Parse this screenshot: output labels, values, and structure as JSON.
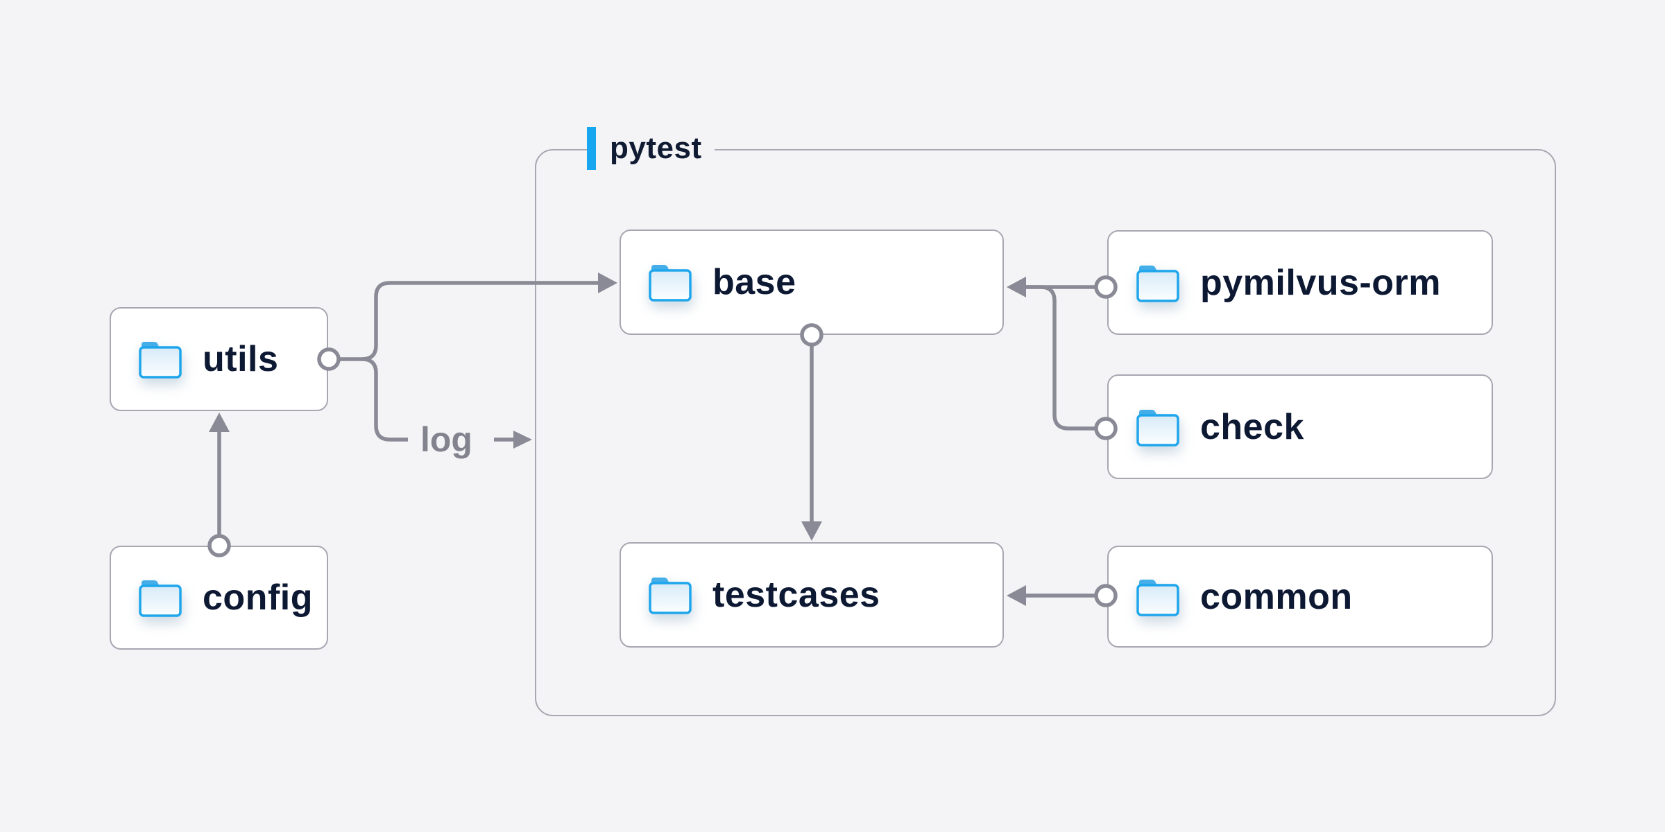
{
  "diagram": {
    "title_group": {
      "label": "pytest"
    },
    "nodes": {
      "utils": {
        "label": "utils",
        "icon": "folder-icon"
      },
      "config": {
        "label": "config",
        "icon": "folder-icon"
      },
      "base": {
        "label": "base",
        "icon": "folder-icon"
      },
      "testcases": {
        "label": "testcases",
        "icon": "folder-icon"
      },
      "pymilvus_orm": {
        "label": "pymilvus-orm",
        "icon": "folder-icon"
      },
      "check": {
        "label": "check",
        "icon": "folder-icon"
      },
      "common": {
        "label": "common",
        "icon": "folder-icon"
      }
    },
    "edges": {
      "log_label": "log",
      "items": [
        {
          "from": "config",
          "to": "utils"
        },
        {
          "from": "utils",
          "to": "base"
        },
        {
          "from": "utils",
          "to": "log (pytest group)",
          "label": "log"
        },
        {
          "from": "pymilvus-orm",
          "to": "base"
        },
        {
          "from": "check",
          "to": "base"
        },
        {
          "from": "base",
          "to": "testcases"
        },
        {
          "from": "common",
          "to": "testcases"
        }
      ]
    },
    "colors": {
      "background": "#f4f4f6",
      "node_background": "#ffffff",
      "node_border": "#a7a7b2",
      "node_text": "#0d1933",
      "edge": "#8a8a96",
      "edge_label_text": "#83838f",
      "accent_blue": "#17a7f1",
      "folder_outline": "#1ea6ec",
      "folder_tab": "#45aee8"
    }
  }
}
